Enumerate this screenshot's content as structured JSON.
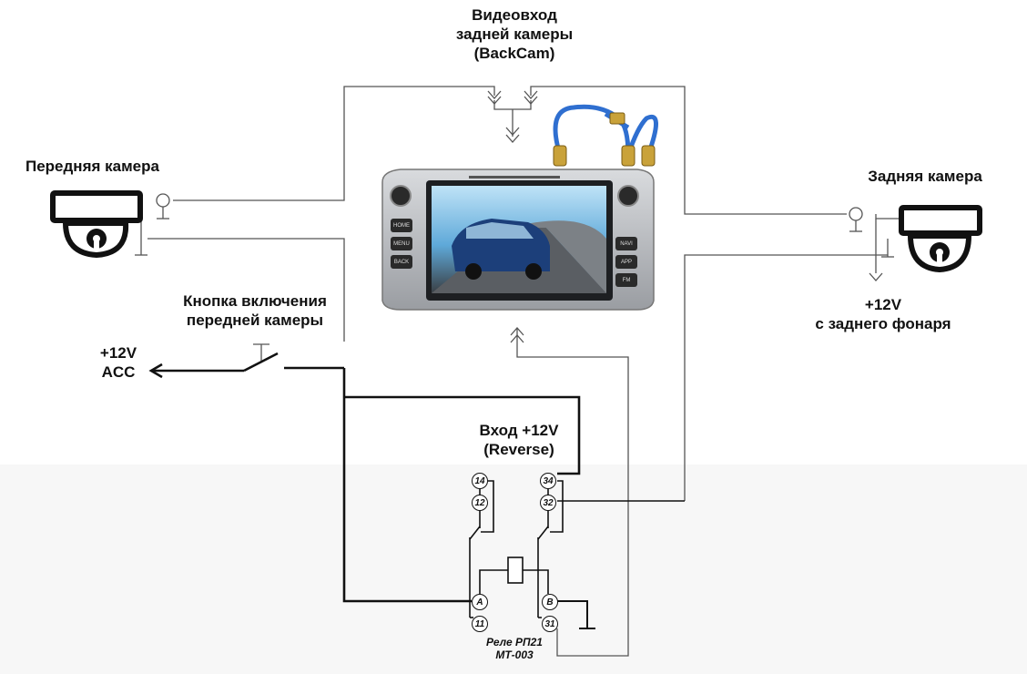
{
  "labels": {
    "backcam_line1": "Видеовход",
    "backcam_line2": "задней камеры",
    "backcam_line3": "(BackCam)",
    "front_camera": "Передняя камера",
    "rear_camera": "Задняя камера",
    "rear_light_line1": "+12V",
    "rear_light_line2": "с заднего фонаря",
    "button_line1": "Кнопка включения",
    "button_line2": "передней камеры",
    "acc_line1": "+12V",
    "acc_line2": "ACC",
    "reverse_line1": "Вход +12V",
    "reverse_line2": "(Reverse)",
    "relay_line1": "Реле РП21",
    "relay_line2": "МТ-003"
  },
  "relay_pins": {
    "p14": "14",
    "p12": "12",
    "p34": "34",
    "p32": "32",
    "pA": "A",
    "pB": "B",
    "p11": "11",
    "p31": "31"
  },
  "head_unit": {
    "btn_home": "HOME",
    "btn_menu": "MENU",
    "btn_back": "BACK",
    "btn_navi": "NAVI",
    "btn_app": "APP",
    "btn_fm": "FM"
  },
  "colors": {
    "wire": "#111111",
    "cable_blue": "#2f6fd0",
    "connector_gold": "#c9a23a",
    "head_unit_frame": "#b9bcc0"
  }
}
